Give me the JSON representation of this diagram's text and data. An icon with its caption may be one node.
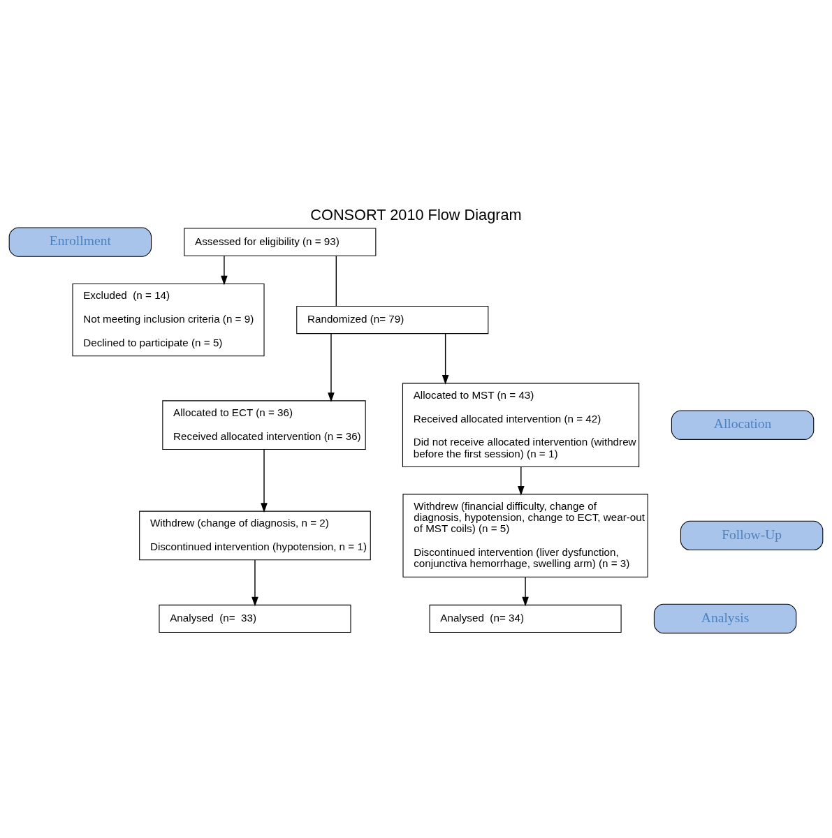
{
  "diagram": {
    "title": "CONSORT 2010 Flow Diagram",
    "nodes": [
      {
        "text": [
          "Enrollment"
        ]
      },
      {
        "text": [
          "Assessed for eligibility (n = 93)"
        ]
      },
      {
        "text": [
          "Excluded  (n = 14)",
          "Not meeting inclusion criteria (n = 9)",
          "Declined to participate (n = 5)"
        ]
      },
      {
        "text": [
          "Randomized (n= 79)"
        ]
      },
      {
        "text": [
          "Allocation"
        ]
      },
      {
        "text": [
          "Allocated to ECT (n = 36)",
          "Received allocated intervention (n = 36)"
        ]
      },
      {
        "text": [
          "Allocated to MST (n = 43)",
          "Received allocated intervention (n = 42)",
          "Did not receive allocated intervention (withdrew before the first session) (n = 1)"
        ]
      },
      {
        "text": [
          "Follow-Up"
        ]
      },
      {
        "text": [
          "Withdrew (change of diagnosis, n = 2)",
          "Discontinued intervention (hypotension, n = 1)"
        ]
      },
      {
        "text": [
          "Withdrew (financial difficulty, change of diagnosis, hypotension, change to ECT, wear-out of MST coils) (n = 5)",
          "Discontinued intervention (liver dysfunction, conjunctiva hemorrhage, swelling arm) (n = 3)"
        ]
      },
      {
        "text": [
          "Analysis"
        ]
      },
      {
        "text": [
          "Analysed  (n=  33)"
        ]
      },
      {
        "text": [
          "Analysed  (n= 34)"
        ]
      }
    ],
    "edges": [
      {
        "from": 1,
        "to": 2,
        "arrow": "to"
      },
      {
        "from": 1,
        "to": 3,
        "arrow": "none"
      },
      {
        "from": 3,
        "to": 5,
        "arrow": "to"
      },
      {
        "from": 3,
        "to": 6,
        "arrow": "to"
      },
      {
        "from": 5,
        "to": 8,
        "arrow": "to"
      },
      {
        "from": 6,
        "to": 9,
        "arrow": "to"
      },
      {
        "from": 8,
        "to": 11,
        "arrow": "to"
      },
      {
        "from": 9,
        "to": 12,
        "arrow": "to"
      }
    ]
  }
}
